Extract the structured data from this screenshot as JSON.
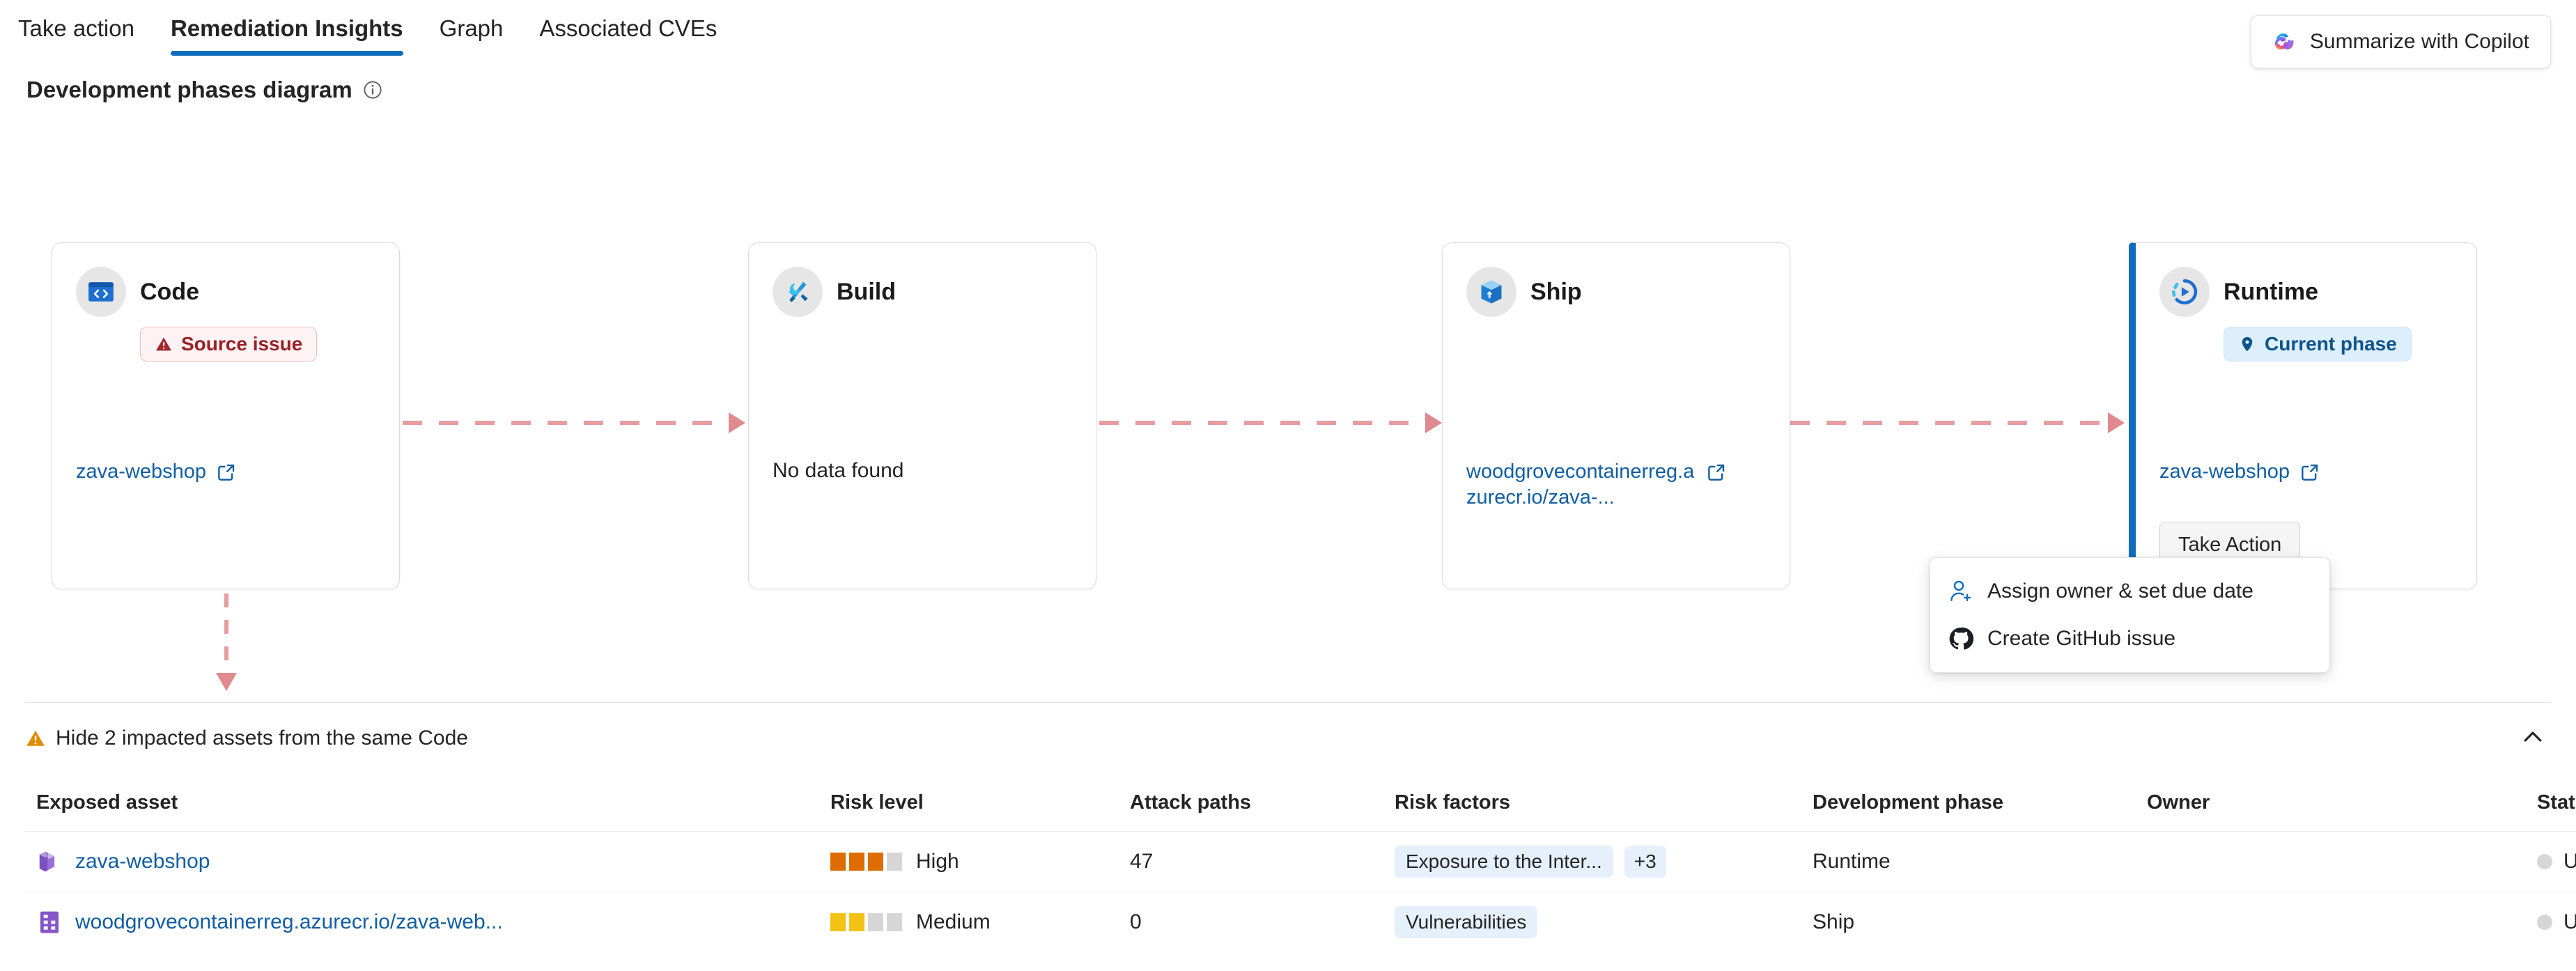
{
  "tabs": [
    {
      "label": "Take action",
      "active": false
    },
    {
      "label": "Remediation Insights",
      "active": true
    },
    {
      "label": "Graph",
      "active": false
    },
    {
      "label": "Associated CVEs",
      "active": false
    }
  ],
  "copilot": {
    "label": "Summarize with Copilot",
    "icon": "copilot-icon"
  },
  "section": {
    "title": "Development phases diagram",
    "info_icon": "info-icon"
  },
  "phases": [
    {
      "name": "Code",
      "icon": "code-window-icon",
      "badge": {
        "label": "Source issue",
        "icon": "warning-triangle-icon",
        "kind": "source-issue"
      },
      "link": "zava-webshop",
      "no_data": null,
      "current": false,
      "action_button": null
    },
    {
      "name": "Build",
      "icon": "tools-icon",
      "badge": null,
      "link": null,
      "no_data": "No data found",
      "current": false,
      "action_button": null
    },
    {
      "name": "Ship",
      "icon": "package-icon",
      "badge": null,
      "link": "woodgrovecontainerreg.azurecr.io/zava-...",
      "no_data": null,
      "current": false,
      "action_button": null
    },
    {
      "name": "Runtime",
      "icon": "runtime-play-icon",
      "badge": {
        "label": "Current phase",
        "icon": "location-pin-icon",
        "kind": "current-phase"
      },
      "link": "zava-webshop",
      "no_data": null,
      "current": true,
      "action_button": "Take Action"
    }
  ],
  "context_menu": {
    "items": [
      {
        "label": "Assign owner & set due date",
        "icon": "person-add-icon"
      },
      {
        "label": "Create GitHub issue",
        "icon": "github-icon"
      }
    ]
  },
  "impacted_assets": {
    "toggle_label": "Hide 2 impacted assets from the same Code",
    "toggle_icon": "warning-triangle-icon",
    "collapse_icon": "chevron-up-icon",
    "columns": [
      "Exposed asset",
      "Risk level",
      "Attack paths",
      "Risk factors",
      "Development phase",
      "Owner",
      "Status"
    ],
    "rows": [
      {
        "asset": "zava-webshop",
        "asset_icon": "cube-purple-icon",
        "risk_level": "High",
        "risk_filled": 3,
        "risk_total": 4,
        "risk_color": "#de6c00",
        "attack_paths": "47",
        "risk_factors": [
          "Exposure to the Inter..."
        ],
        "risk_factors_more": "+3",
        "development_phase": "Runtime",
        "owner": "",
        "status": "Unassigned"
      },
      {
        "asset": "woodgrovecontainerreg.azurecr.io/zava-web...",
        "asset_icon": "registry-purple-icon",
        "risk_level": "Medium",
        "risk_filled": 2,
        "risk_total": 4,
        "risk_color": "#f2c314",
        "attack_paths": "0",
        "risk_factors": [
          "Vulnerabilities"
        ],
        "risk_factors_more": null,
        "development_phase": "Ship",
        "owner": "",
        "status": "Unassigned"
      }
    ]
  },
  "colors": {
    "accent": "#0f6cbd",
    "link": "#115ea3",
    "connector": "#e0898e",
    "high": "#de6c00",
    "medium": "#f2c314",
    "warning": "#e08b00",
    "danger": "#9b1f23"
  }
}
